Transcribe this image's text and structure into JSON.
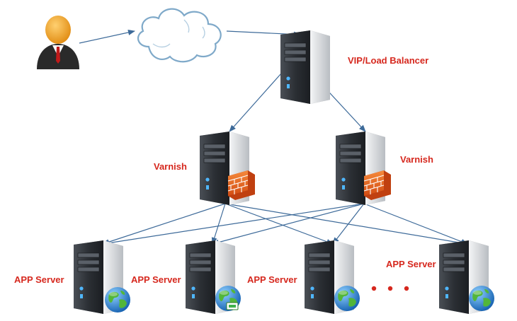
{
  "colors": {
    "label": "#d6281e",
    "connector": "#3d6a99",
    "server_dark": "#2b2f34",
    "server_light": "#d7dadd",
    "firewall": "#e8601c",
    "globe_water": "#1e7fd6",
    "globe_land": "#52b63a",
    "person_head": "#f0a020",
    "person_suit": "#2a2a2a",
    "tie": "#c21a1a",
    "cloud_edge": "#7fa9c9",
    "ellipsis": "#d6281e"
  },
  "diagram": {
    "nodes": [
      {
        "id": "user",
        "kind": "person-icon"
      },
      {
        "id": "internet",
        "kind": "cloud-icon"
      },
      {
        "id": "lb",
        "kind": "server",
        "label": "VIP/Load Balancer"
      },
      {
        "id": "varnish1",
        "kind": "server+firewall",
        "label": "Varnish"
      },
      {
        "id": "varnish2",
        "kind": "server+firewall",
        "label": "Varnish"
      },
      {
        "id": "app1",
        "kind": "server+globe",
        "label": "APP Server"
      },
      {
        "id": "app2",
        "kind": "server+globe",
        "label": "APP Server"
      },
      {
        "id": "app3",
        "kind": "server+globe",
        "label": "APP Server"
      },
      {
        "id": "app4",
        "kind": "server+globe",
        "label": "APP Server"
      }
    ],
    "edges": [
      [
        "user",
        "internet"
      ],
      [
        "internet",
        "lb"
      ],
      [
        "lb",
        "varnish1"
      ],
      [
        "lb",
        "varnish2"
      ],
      [
        "varnish1",
        "app1"
      ],
      [
        "varnish1",
        "app2"
      ],
      [
        "varnish1",
        "app3"
      ],
      [
        "varnish1",
        "app4"
      ],
      [
        "varnish2",
        "app1"
      ],
      [
        "varnish2",
        "app2"
      ],
      [
        "varnish2",
        "app3"
      ],
      [
        "varnish2",
        "app4"
      ]
    ]
  }
}
